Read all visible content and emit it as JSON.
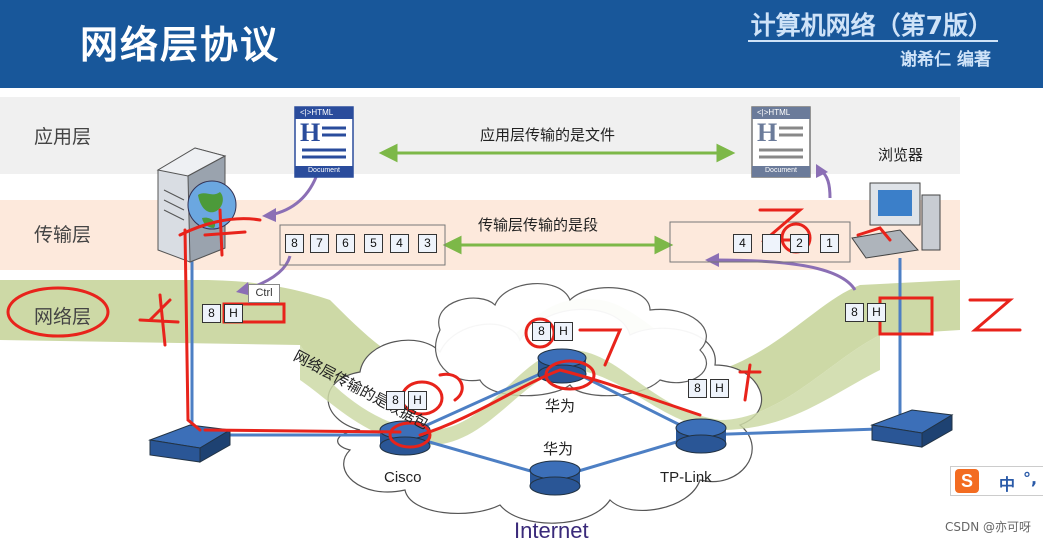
{
  "banner": {
    "title": "网络层协议",
    "book": "计算机网络（第7版）",
    "author": "谢希仁  编著"
  },
  "layers": {
    "application": "应用层",
    "transport": "传输层",
    "network": "网络层"
  },
  "captions": {
    "application": "应用层传输的是文件",
    "transport": "传输层传输的是段",
    "network": "网络层传输的是数据包"
  },
  "html_icon": {
    "header": "<|>HTML",
    "letter": "H",
    "footer": "Document"
  },
  "browser_label": "浏览器",
  "segments": {
    "left": [
      "8",
      "7",
      "6",
      "5",
      "4",
      "3"
    ],
    "right": [
      "4",
      "",
      "2",
      "1"
    ]
  },
  "packet": {
    "num": "8",
    "header": "H"
  },
  "routers": {
    "cisco": "Cisco",
    "huawei_top": "华为",
    "huawei_bottom": "华为",
    "tplink": "TP-Link"
  },
  "internet_label": "Internet",
  "ctrl_label": "Ctrl",
  "ime": {
    "logo": "S",
    "mode": "中",
    "punct": "°,"
  },
  "watermark": "CSDN @亦可呀",
  "annotations": {
    "left_network": "网络层",
    "right_mark": "乙",
    "top_right_mark": "乙"
  },
  "colors": {
    "banner": "#18579a",
    "app_band": "#f0f0f0",
    "transport_band": "#fde9dc",
    "network_band": "#cdd9a6",
    "arrow_green": "#7db848",
    "arrow_purple": "#8b6fb5",
    "link_blue": "#4d7fc4",
    "ink_red": "#e8231b"
  }
}
